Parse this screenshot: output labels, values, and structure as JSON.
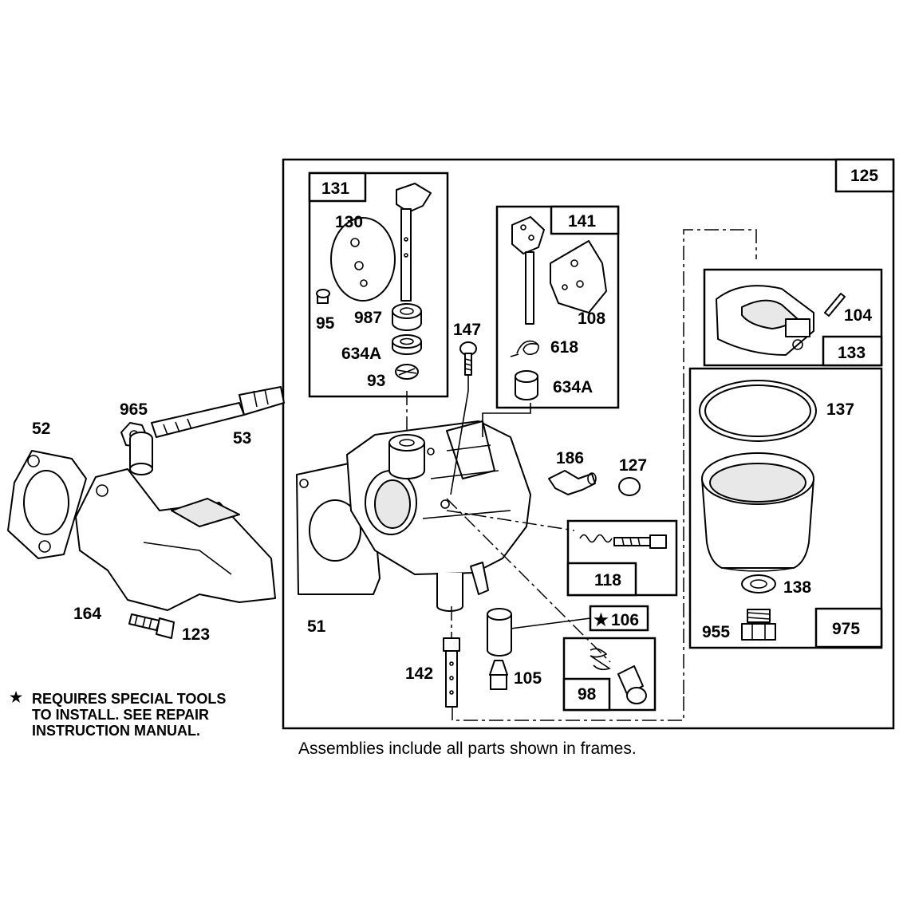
{
  "labels": {
    "l125": "125",
    "l131": "131",
    "l130": "130",
    "l95": "95",
    "l987": "987",
    "l634a_1": "634A",
    "l93": "93",
    "l147": "147",
    "l141": "141",
    "l108": "108",
    "l618": "618",
    "l634a_2": "634A",
    "l104": "104",
    "l133": "133",
    "l137": "137",
    "l186": "186",
    "l127": "127",
    "l118": "118",
    "l106": "106",
    "l138": "138",
    "l955": "955",
    "l975": "975",
    "l98": "98",
    "l142": "142",
    "l105": "105",
    "l51": "51",
    "l52": "52",
    "l965": "965",
    "l53": "53",
    "l164": "164",
    "l123": "123"
  },
  "star_symbol": "★",
  "note": {
    "line1": "REQUIRES SPECIAL TOOLS",
    "line2": "TO INSTALL.  SEE REPAIR",
    "line3": "INSTRUCTION MANUAL."
  },
  "caption": "Assemblies include all parts shown in frames."
}
